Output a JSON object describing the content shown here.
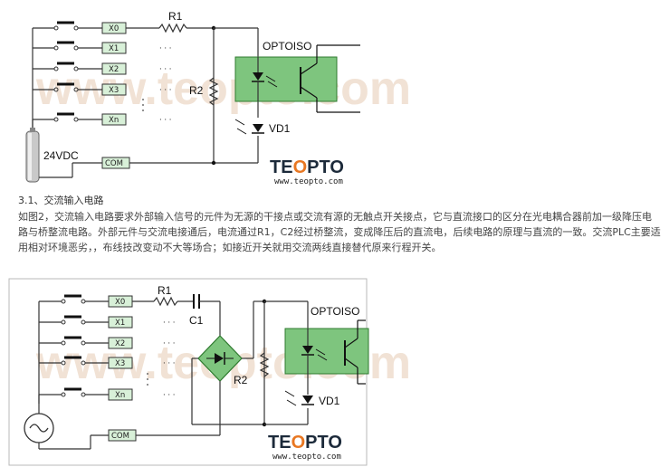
{
  "watermark": "www.teopto.com",
  "logo": {
    "brand_prefix": "TE",
    "brand_o": "O",
    "brand_suffix": "PTO",
    "url": "www.teopto.com"
  },
  "colors": {
    "opto_box": "#7ec57e",
    "opto_box_stroke": "#2f7a2f",
    "terminal_fill": "#d8f0d8",
    "logo_orange": "#e87722"
  },
  "figure1": {
    "terminals": [
      "X0",
      "X1",
      "X2",
      "X3",
      "Xn",
      "COM"
    ],
    "resistor1": "R1",
    "resistor2": "R2",
    "optoiso": "OPTOISO",
    "diode": "VD1",
    "source": "24VDC",
    "dots": "· · ·"
  },
  "section": {
    "title": "3.1、交流输入电路",
    "body": "如图2，交流输入电路要求外部输入信号的元件为无源的干接点或交流有源的无触点开关接点，它与直流接口的区分在光电耦合器前加一级降压电路与桥整流电路。外部元件与交流电接通后，电流通过R1，C2经过桥整流，变成降压后的直流电，后续电路的原理与直流的一致。交流PLC主要适用相对环境恶劣，，布线技改变动不大等场合；如接近开关就用交流两线直接替代原来行程开关。"
  },
  "figure2": {
    "terminals": [
      "X0",
      "X1",
      "X2",
      "X3",
      "Xn",
      "COM"
    ],
    "resistor1": "R1",
    "capacitor": "C1",
    "resistor2": "R2",
    "optoiso": "OPTOISO",
    "diode": "VD1",
    "dots": "· · ·"
  }
}
